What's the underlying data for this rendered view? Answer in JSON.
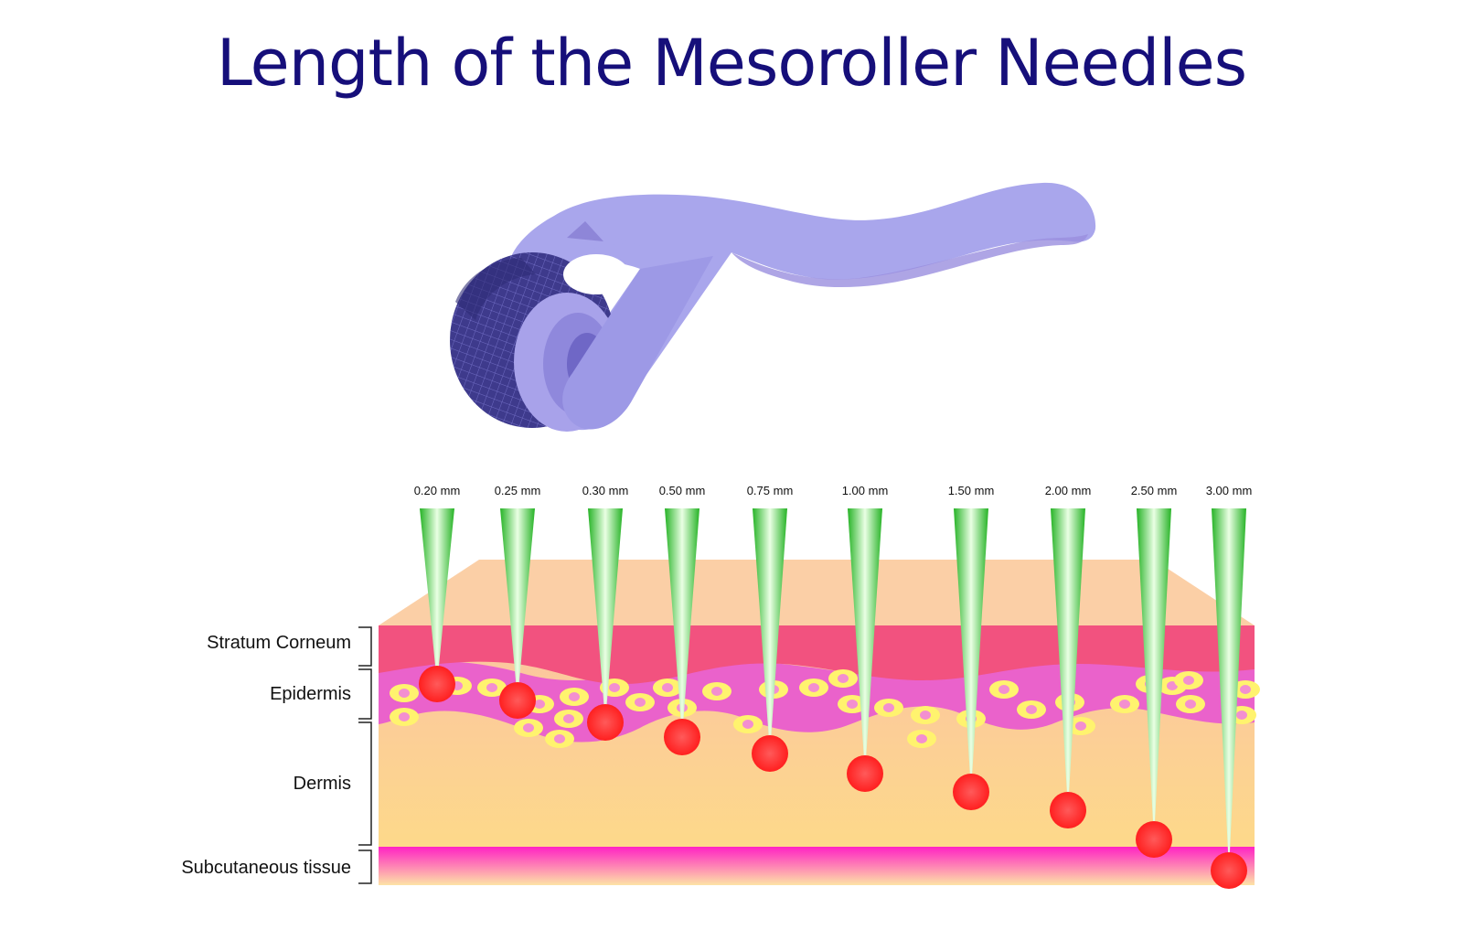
{
  "title": "Length of the Mesoroller Needles",
  "layers": [
    {
      "id": "stratum-corneum",
      "label": "Stratum Corneum"
    },
    {
      "id": "epidermis",
      "label": "Epidermis"
    },
    {
      "id": "dermis",
      "label": "Dermis"
    },
    {
      "id": "subcutaneous",
      "label": "Subcutaneous tissue"
    }
  ],
  "needles": [
    {
      "label": "0.20 mm",
      "length_mm": 0.2
    },
    {
      "label": "0.25 mm",
      "length_mm": 0.25
    },
    {
      "label": "0.30 mm",
      "length_mm": 0.3
    },
    {
      "label": "0.50 mm",
      "length_mm": 0.5
    },
    {
      "label": "0.75 mm",
      "length_mm": 0.75
    },
    {
      "label": "1.00 mm",
      "length_mm": 1.0
    },
    {
      "label": "1.50 mm",
      "length_mm": 1.5
    },
    {
      "label": "2.00 mm",
      "length_mm": 2.0
    },
    {
      "label": "2.50 mm",
      "length_mm": 2.5
    },
    {
      "label": "3.00 mm",
      "length_mm": 3.0
    }
  ],
  "colors": {
    "title": "#160f7a",
    "roller_body": "#a9a5ea",
    "roller_drum": "#3f3b8f",
    "stratum_corneum": "#f3527e",
    "epidermis": "#eb62c8",
    "dermis_top": "#fbc8a0",
    "dermis_bottom": "#fcd98c",
    "subcutaneous_top": "#ff2fc8",
    "subcutaneous_bottom": "#fde2a0",
    "needle_edge": "#2fbf2f",
    "needle_center": "#e7ffe0",
    "puncture": "#ff2a2a",
    "cell": "#fff26a"
  },
  "icons": [
    "mesoroller-icon"
  ]
}
